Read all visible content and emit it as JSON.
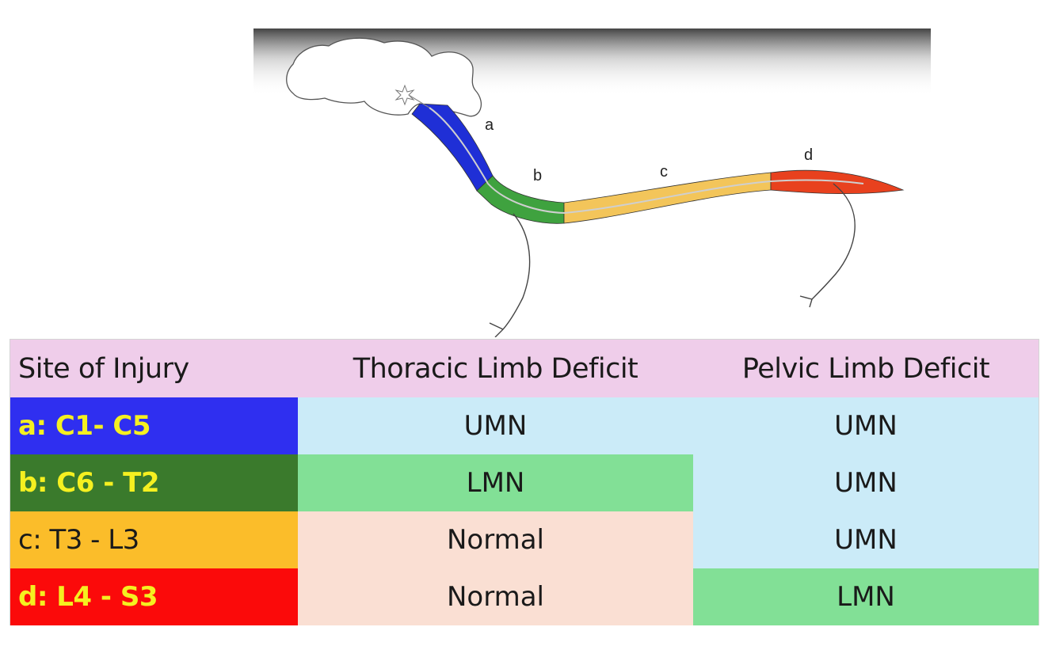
{
  "diagram": {
    "segment_labels": [
      "a",
      "b",
      "c",
      "d"
    ],
    "segment_colors": {
      "a": "#1f2fd6",
      "b": "#3fa23f",
      "c": "#f3c55a",
      "d": "#e8411e"
    }
  },
  "table": {
    "headers": [
      "Site of Injury",
      "Thoracic Limb Deficit",
      "Pelvic Limb Deficit"
    ],
    "rows": [
      {
        "site": "a: C1- C5",
        "thoracic": "UMN",
        "pelvic": "UMN"
      },
      {
        "site": "b: C6 - T2",
        "thoracic": "LMN",
        "pelvic": "UMN"
      },
      {
        "site": "c: T3 - L3",
        "thoracic": "Normal",
        "pelvic": "UMN"
      },
      {
        "site": "d: L4 - S3",
        "thoracic": "Normal",
        "pelvic": "LMN"
      }
    ],
    "colors": {
      "header_bg": "#efcdea",
      "umn_bg": "#cbebf8",
      "lmn_bg": "#82e096",
      "normal_bg": "#fadfd3",
      "site_a_bg": "#2f2ff0",
      "site_b_bg": "#3a7a2c",
      "site_c_bg": "#fbbd2a",
      "site_d_bg": "#fb0a0a",
      "site_text": "#f5f020"
    }
  }
}
